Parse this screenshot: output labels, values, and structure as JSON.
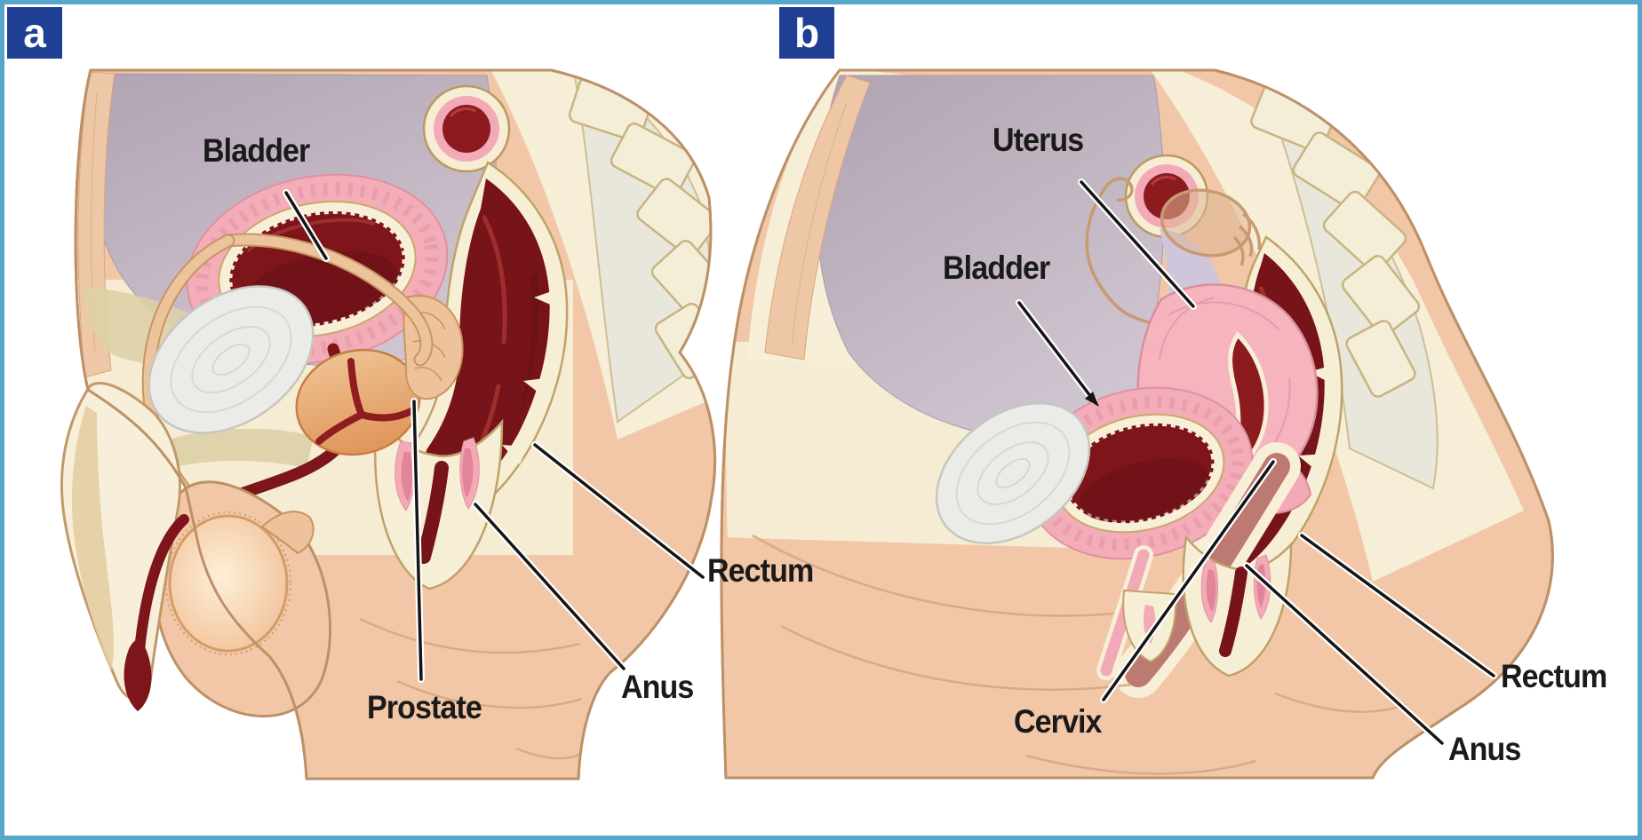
{
  "figure": {
    "border_color": "#58a5cb",
    "background": "#ffffff",
    "panels": [
      {
        "letter": "a",
        "badge_color": "#1e3f94",
        "badge_text_color": "#ffffff",
        "labels": {
          "bladder": "Bladder",
          "rectum": "Rectum",
          "anus": "Anus",
          "prostate": "Prostate"
        }
      },
      {
        "letter": "b",
        "badge_color": "#1e3f94",
        "badge_text_color": "#ffffff",
        "labels": {
          "uterus": "Uterus",
          "bladder": "Bladder",
          "cervix": "Cervix",
          "rectum": "Rectum",
          "anus": "Anus"
        }
      }
    ],
    "palette": {
      "skin": "#f2c7a7",
      "skin_outline": "#bd9168",
      "cream_tissue": "#f6eed6",
      "tissue_outline": "#bfa269",
      "cavity_mauve": "#b1a3b2",
      "cavity_mauve_light": "#cfc5d0",
      "peritoneal_pouch": "#cfc6dc",
      "organ_lumen_dark_red": "#7d151b",
      "rectum_maroon": "#77141a",
      "pink_wall": "#f3adb8",
      "pink_muscle": "#f2aab6",
      "uterus_pink": "#f6b4be",
      "prostate_orange": "#e0955b",
      "bone_gray": "#ebebe8",
      "duct_tan": "#ecc49c",
      "label_text": "#1a1a1a",
      "leader_line": "#151515",
      "leader_casing": "#ffffff"
    }
  }
}
